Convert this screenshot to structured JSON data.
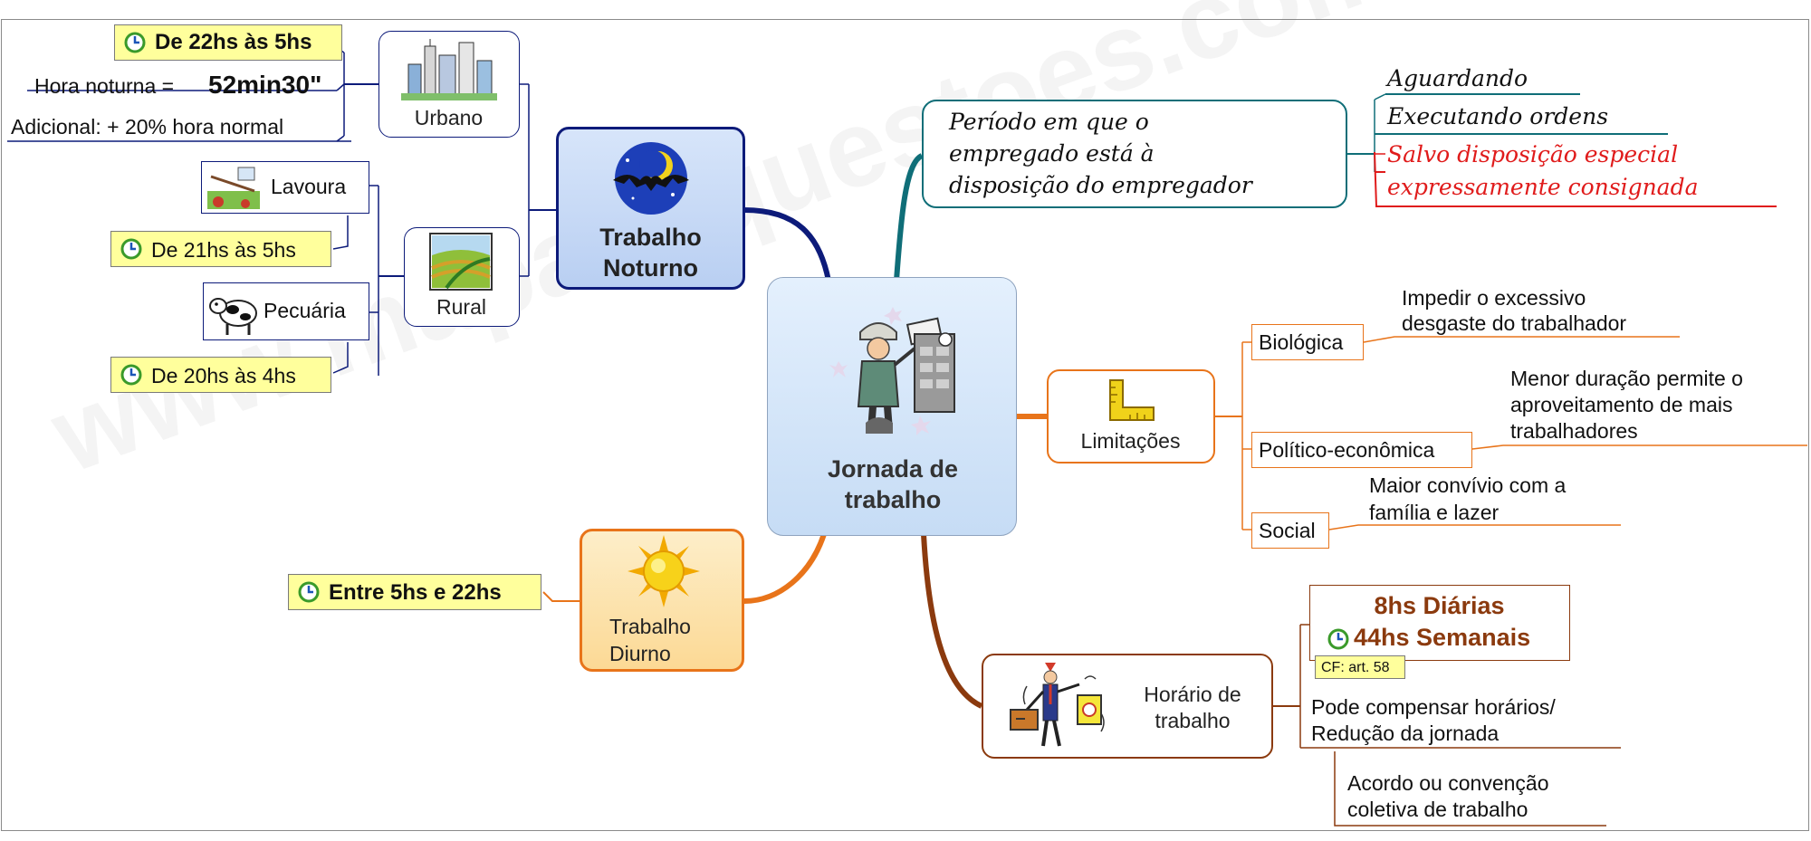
{
  "watermark": "www.mapasequestoes.com.br",
  "center": {
    "label_line1": "Jornada de",
    "label_line2": "trabalho"
  },
  "noturno": {
    "label_line1": "Trabalho",
    "label_line2": "Noturno",
    "urbano": {
      "label": "Urbano",
      "time": "De 22hs às 5hs",
      "hora_prefix": "Hora noturna = ",
      "hora_value": "52min30\"",
      "adicional": "Adicional: + 20% hora normal"
    },
    "rural": {
      "label": "Rural",
      "lavoura": "Lavoura",
      "lavoura_time": "De 21hs às 5hs",
      "pecuaria": "Pecuária",
      "pecuaria_time": "De 20hs às 4hs"
    }
  },
  "diurno": {
    "label_line1": "Trabalho",
    "label_line2": "Diurno",
    "time": "Entre 5hs e  22hs"
  },
  "periodo": {
    "line1": "Período em que o",
    "line2": "empregado está à",
    "line3": "disposição do empregador",
    "aguardando": "Aguardando",
    "executando": "Executando ordens",
    "salvo_line1": "Salvo disposição especial",
    "salvo_line2": "expressamente consignada"
  },
  "limitacoes": {
    "label": "Limitações",
    "biologica": "Biológica",
    "biologica_text1": "Impedir o excessivo",
    "biologica_text2": "desgaste do trabalhador",
    "politico": "Político-econômica",
    "politico_text1": "Menor duração permite o",
    "politico_text2": "aproveitamento de mais",
    "politico_text3": "trabalhadores",
    "social": "Social",
    "social_text1": "Maior convívio com a",
    "social_text2": "família e lazer"
  },
  "horario": {
    "label_line1": "Horário de",
    "label_line2": "trabalho",
    "diarias": "8hs Diárias",
    "semanais": "44hs Semanais",
    "cf": "CF: art. 58",
    "compensar_line1": "Pode compensar horários/",
    "compensar_line2": "Redução da jornada",
    "acordo_line1": "Acordo ou convenção",
    "acordo_line2": "coletiva de trabalho"
  },
  "colors": {
    "navy": "#0d1b7a",
    "teal": "#0f6e78",
    "orange": "#e8741a",
    "brown": "#8b3a0e",
    "red": "#e01b1b",
    "center_fill": "#d4e6fa",
    "noturno_fill": "#c9dcf7",
    "diurno_fill": "#fde3a8",
    "note_fill": "#ffff9c"
  },
  "icons": [
    "clock-icon",
    "city-icon",
    "farm-icon",
    "tractor-icon",
    "cow-icon",
    "bat-moon-icon",
    "sun-icon",
    "ruler-icon",
    "worker-icon",
    "businessman-icon"
  ]
}
